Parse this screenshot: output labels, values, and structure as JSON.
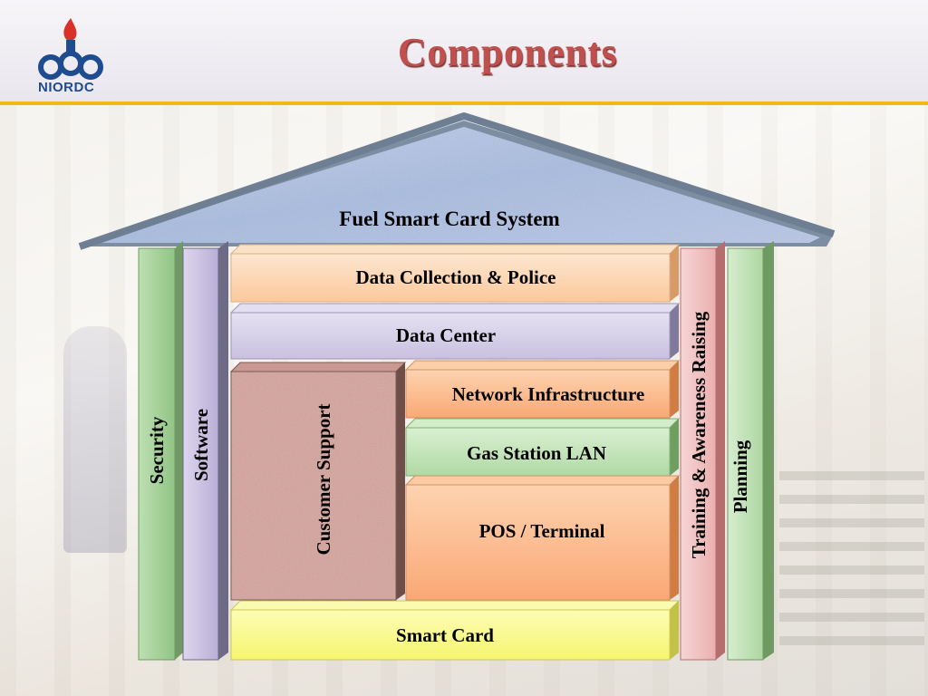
{
  "header": {
    "logo_text": "NIORDC",
    "title": "Components"
  },
  "colors": {
    "title": "#c0504d",
    "header_rule": "#f2b81b",
    "roof": "#9fb3d6",
    "security": "#a9d39e",
    "software": "#cfc6e3",
    "data_collection": "#fcd5b4",
    "data_center": "#d6d0e8",
    "customer_support": "#d8a8a0",
    "network": "#fbbf94",
    "gas_station": "#c3e6b9",
    "pos": "#fbb98f",
    "smart_card": "#fafa8f",
    "training": "#f2c4c4",
    "planning": "#c6e4bd"
  },
  "diagram": {
    "roof_label": "Fuel Smart Card System",
    "security": "Security",
    "software": "Software",
    "data_collection": "Data Collection & Police",
    "data_center": "Data Center",
    "customer_support": "Customer Support",
    "network": "Network Infrastructure",
    "gas_station": "Gas Station LAN",
    "pos": "POS / Terminal",
    "smart_card": "Smart Card",
    "training": "Training & Awareness Raising",
    "planning": "Planning"
  }
}
